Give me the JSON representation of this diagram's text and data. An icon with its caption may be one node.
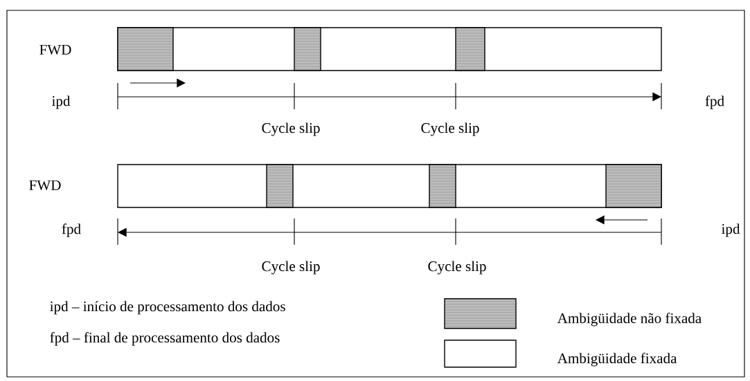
{
  "diagram": {
    "labels": [
      "FWD",
      "ipd",
      "fpd",
      "Cycle slip",
      "Cycle slip",
      "FWD",
      "fpd",
      "ipd",
      "Cycle slip",
      "Cycle slip",
      "ipd – início de processamento dos dados",
      "fpd – final de processamento dos dados"
    ],
    "legend": [
      {
        "text": "Ambigüidade não fixada",
        "color": "#bdbdbd"
      },
      {
        "text": "Ambigüidade fixada"
      }
    ]
  }
}
